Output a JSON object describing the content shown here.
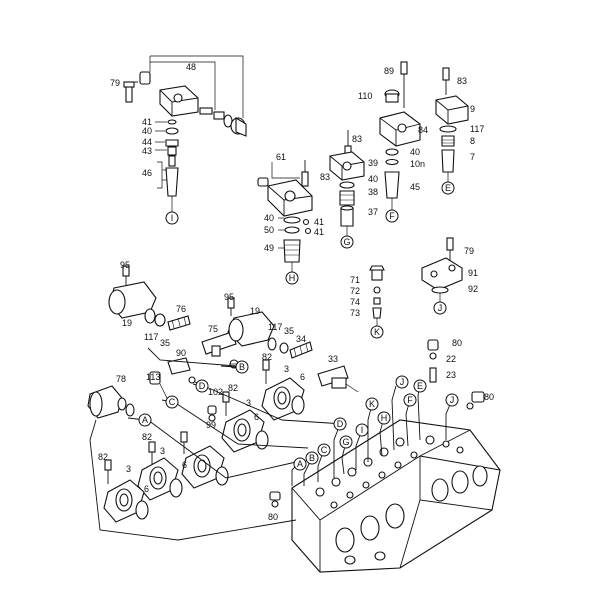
{
  "callouts": [
    {
      "id": "48",
      "label": "48"
    },
    {
      "id": "79a",
      "label": "79"
    },
    {
      "id": "41a",
      "label": "41"
    },
    {
      "id": "40a",
      "label": "40"
    },
    {
      "id": "44",
      "label": "44"
    },
    {
      "id": "43",
      "label": "43"
    },
    {
      "id": "46",
      "label": "46"
    },
    {
      "id": "61",
      "label": "61"
    },
    {
      "id": "83a",
      "label": "83"
    },
    {
      "id": "40b",
      "label": "40"
    },
    {
      "id": "50",
      "label": "50"
    },
    {
      "id": "41b",
      "label": "41"
    },
    {
      "id": "41c",
      "label": "41"
    },
    {
      "id": "49",
      "label": "49"
    },
    {
      "id": "83b",
      "label": "83"
    },
    {
      "id": "39",
      "label": "39"
    },
    {
      "id": "40c",
      "label": "40"
    },
    {
      "id": "38",
      "label": "38"
    },
    {
      "id": "37",
      "label": "37"
    },
    {
      "id": "89",
      "label": "89"
    },
    {
      "id": "110",
      "label": "110"
    },
    {
      "id": "84",
      "label": "84"
    },
    {
      "id": "40d",
      "label": "40"
    },
    {
      "id": "10n",
      "label": "10n"
    },
    {
      "id": "45",
      "label": "45"
    },
    {
      "id": "83c",
      "label": "83"
    },
    {
      "id": "9",
      "label": "9"
    },
    {
      "id": "117a",
      "label": "117"
    },
    {
      "id": "8",
      "label": "8"
    },
    {
      "id": "7",
      "label": "7"
    },
    {
      "id": "79b",
      "label": "79"
    },
    {
      "id": "91",
      "label": "91"
    },
    {
      "id": "92",
      "label": "92"
    },
    {
      "id": "71",
      "label": "71"
    },
    {
      "id": "72",
      "label": "72"
    },
    {
      "id": "74",
      "label": "74"
    },
    {
      "id": "73",
      "label": "73"
    },
    {
      "id": "95a",
      "label": "95"
    },
    {
      "id": "19a",
      "label": "19"
    },
    {
      "id": "117b",
      "label": "117"
    },
    {
      "id": "35a",
      "label": "35"
    },
    {
      "id": "76",
      "label": "76"
    },
    {
      "id": "95b",
      "label": "95"
    },
    {
      "id": "19b",
      "label": "19"
    },
    {
      "id": "75",
      "label": "75"
    },
    {
      "id": "117c",
      "label": "117"
    },
    {
      "id": "35b",
      "label": "35"
    },
    {
      "id": "34",
      "label": "34"
    },
    {
      "id": "90",
      "label": "90"
    },
    {
      "id": "113",
      "label": "113"
    },
    {
      "id": "78",
      "label": "78"
    },
    {
      "id": "102",
      "label": "102"
    },
    {
      "id": "82a",
      "label": "82"
    },
    {
      "id": "3a",
      "label": "3"
    },
    {
      "id": "82b",
      "label": "82"
    },
    {
      "id": "3b",
      "label": "3"
    },
    {
      "id": "6a",
      "label": "6"
    },
    {
      "id": "33",
      "label": "33"
    },
    {
      "id": "6b",
      "label": "6"
    },
    {
      "id": "82c",
      "label": "82"
    },
    {
      "id": "99",
      "label": "99"
    },
    {
      "id": "6c",
      "label": "6"
    },
    {
      "id": "3c",
      "label": "3"
    },
    {
      "id": "82d",
      "label": "82"
    },
    {
      "id": "3d",
      "label": "3"
    },
    {
      "id": "6d",
      "label": "6"
    },
    {
      "id": "80a",
      "label": "80"
    },
    {
      "id": "22",
      "label": "22"
    },
    {
      "id": "23",
      "label": "23"
    },
    {
      "id": "80b",
      "label": "80"
    },
    {
      "id": "80c",
      "label": "80"
    }
  ],
  "letter_tags": [
    {
      "id": "I1",
      "label": "I"
    },
    {
      "id": "H1",
      "label": "H"
    },
    {
      "id": "G1",
      "label": "G"
    },
    {
      "id": "F1",
      "label": "F"
    },
    {
      "id": "E1",
      "label": "E"
    },
    {
      "id": "J1",
      "label": "J"
    },
    {
      "id": "K1",
      "label": "K"
    },
    {
      "id": "B1",
      "label": "B"
    },
    {
      "id": "D1",
      "label": "D"
    },
    {
      "id": "C1",
      "label": "C"
    },
    {
      "id": "A1",
      "label": "A"
    },
    {
      "id": "J2",
      "label": "J"
    },
    {
      "id": "E2",
      "label": "E"
    },
    {
      "id": "F2",
      "label": "F"
    },
    {
      "id": "J3",
      "label": "J"
    },
    {
      "id": "K2",
      "label": "K"
    },
    {
      "id": "H2",
      "label": "H"
    },
    {
      "id": "I2",
      "label": "I"
    },
    {
      "id": "D2",
      "label": "D"
    },
    {
      "id": "G2",
      "label": "G"
    },
    {
      "id": "C2",
      "label": "C"
    },
    {
      "id": "B2",
      "label": "B"
    },
    {
      "id": "A2",
      "label": "A"
    }
  ]
}
